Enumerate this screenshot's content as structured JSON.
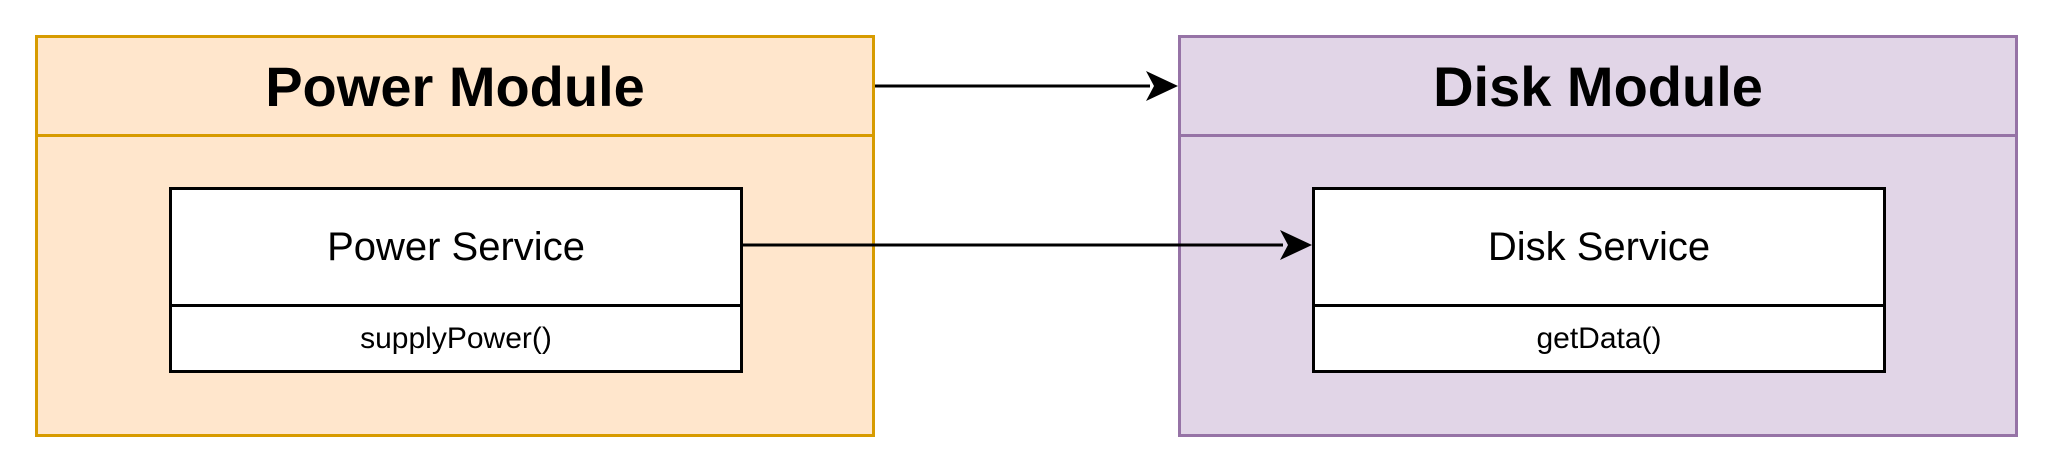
{
  "diagram": {
    "modules": [
      {
        "title": "Power Module",
        "fill": "#ffe6cc",
        "stroke": "#d79b00",
        "service": {
          "name": "Power Service",
          "method": "supplyPower()"
        }
      },
      {
        "title": "Disk Module",
        "fill": "#e1d5e7",
        "stroke": "#9673a6",
        "service": {
          "name": "Disk Service",
          "method": "getData()"
        }
      }
    ],
    "edges": [
      {
        "from": "Power Module",
        "to": "Disk Module"
      },
      {
        "from": "Power Service",
        "to": "Disk Service"
      }
    ],
    "edge_color": "#000000"
  }
}
